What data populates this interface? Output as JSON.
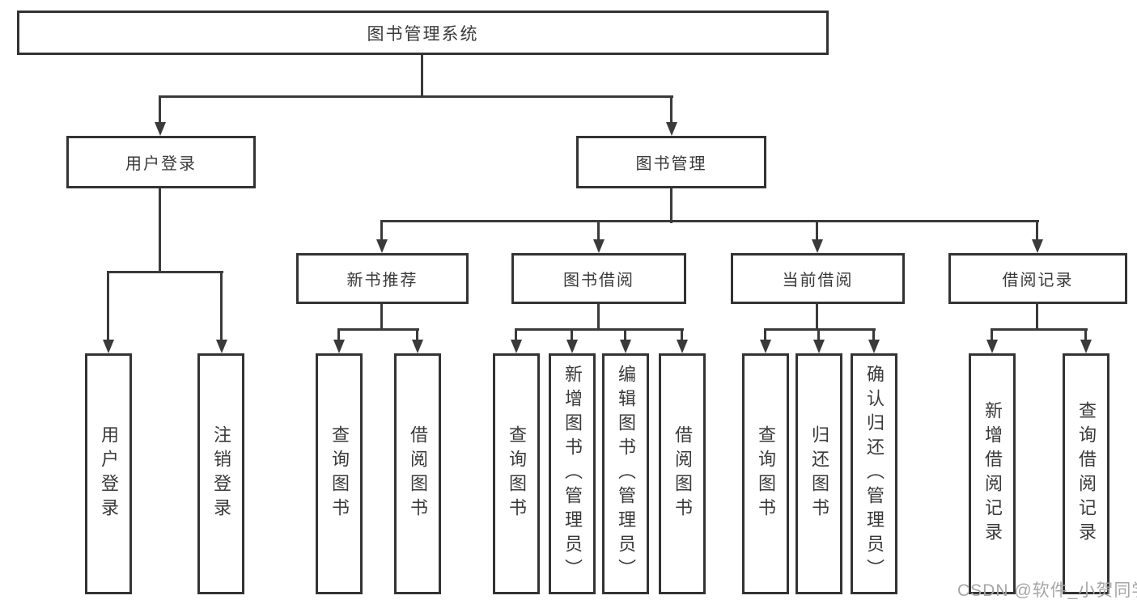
{
  "diagram": {
    "root": {
      "label": "图书管理系统"
    },
    "branches": [
      {
        "label": "用户登录",
        "children": [
          {
            "label": "用户登录"
          },
          {
            "label": "注销登录"
          }
        ]
      },
      {
        "label": "图书管理",
        "groups": [
          {
            "label": "新书推荐",
            "children": [
              {
                "label": "查询图书"
              },
              {
                "label": "借阅图书"
              }
            ]
          },
          {
            "label": "图书借阅",
            "children": [
              {
                "label": "查询图书"
              },
              {
                "label": "新增图书（管理员）"
              },
              {
                "label": "编辑图书（管理员）"
              },
              {
                "label": "借阅图书"
              }
            ]
          },
          {
            "label": "当前借阅",
            "children": [
              {
                "label": "查询图书"
              },
              {
                "label": "归还图书"
              },
              {
                "label": "确认归还（管理员）"
              }
            ]
          },
          {
            "label": "借阅记录",
            "children": [
              {
                "label": "新增借阅记录"
              },
              {
                "label": "查询借阅记录"
              }
            ]
          }
        ]
      }
    ]
  },
  "watermark": {
    "text": "CSDN @软件_小贺同学",
    "color": "#a6a6a6"
  },
  "colors": {
    "line": "#3a3a3a",
    "text": "#3a3a3a",
    "background": "#ffffff"
  }
}
